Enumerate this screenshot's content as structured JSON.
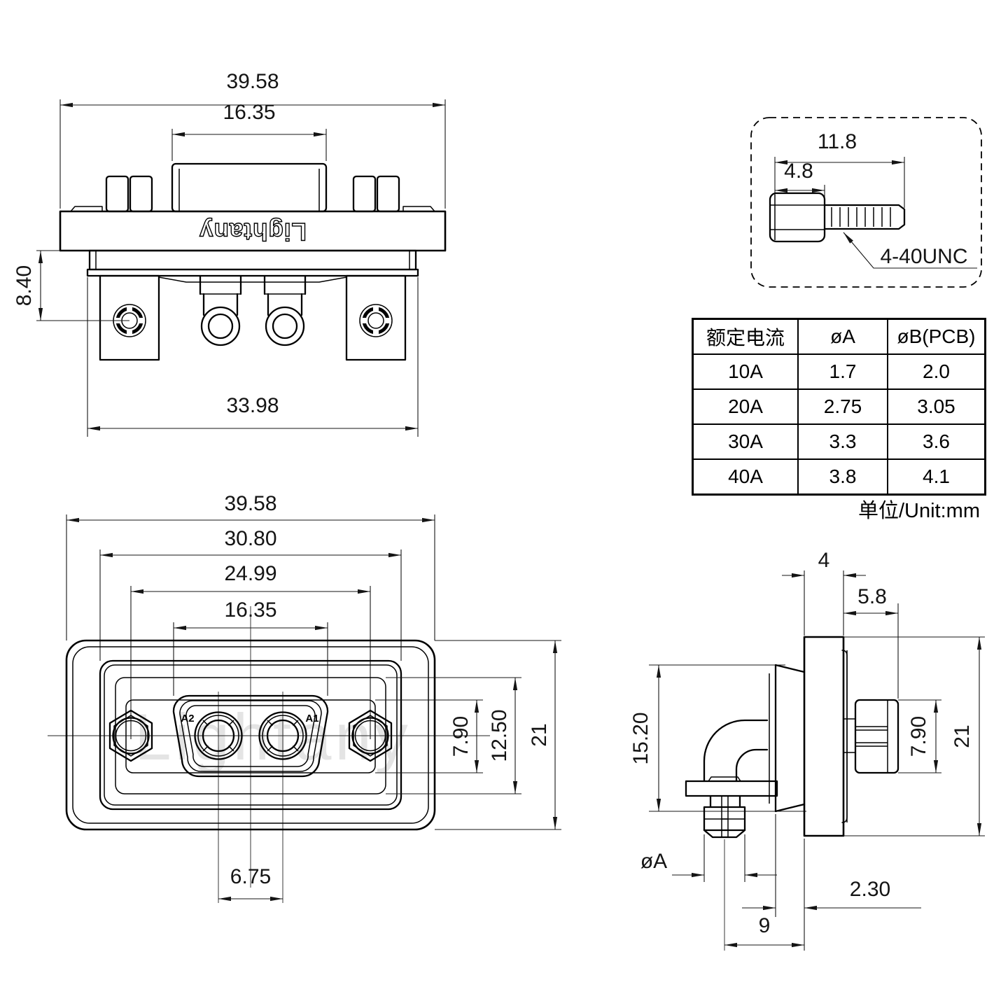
{
  "colors": {
    "line": "#000000",
    "dim_text": "#141414",
    "watermark": "#e4e4e4",
    "background": "#ffffff"
  },
  "views": {
    "rear": {
      "logo": "Lightany",
      "dims": {
        "overall_width": "39.58",
        "insert_width": "16.35",
        "flange_to_hole": "8.40",
        "body_width": "33.98"
      }
    },
    "screw": {
      "thread_label": "4-40UNC",
      "dims": {
        "total_length": "11.8",
        "head_length": "4.8"
      }
    },
    "front": {
      "watermark": "Lightany",
      "pin_labels": {
        "left": "A2",
        "right": "A1"
      },
      "dims": {
        "overall_width": "39.58",
        "panel_width": "30.80",
        "hole_spacing": "24.99",
        "shell_width": "16.35",
        "shell_height": "7.90",
        "panel_height": "12.50",
        "overall_height": "21",
        "pin_pitch": "6.75"
      }
    },
    "side": {
      "dims": {
        "flange_thickness": "4",
        "boss_depth": "5.8",
        "shell_face_height": "15.20",
        "screw_flats": "7.90",
        "overall_height": "21",
        "pin_diameter": "øA",
        "standoff": "2.30",
        "pin_offset": "9"
      }
    }
  },
  "table": {
    "headers": [
      "额定电流",
      "øA",
      "øB(PCB)"
    ],
    "rows": [
      [
        "10A",
        "1.7",
        "2.0"
      ],
      [
        "20A",
        "2.75",
        "3.05"
      ],
      [
        "30A",
        "3.3",
        "3.6"
      ],
      [
        "40A",
        "3.8",
        "4.1"
      ]
    ],
    "unit_note": "单位/Unit:mm"
  }
}
